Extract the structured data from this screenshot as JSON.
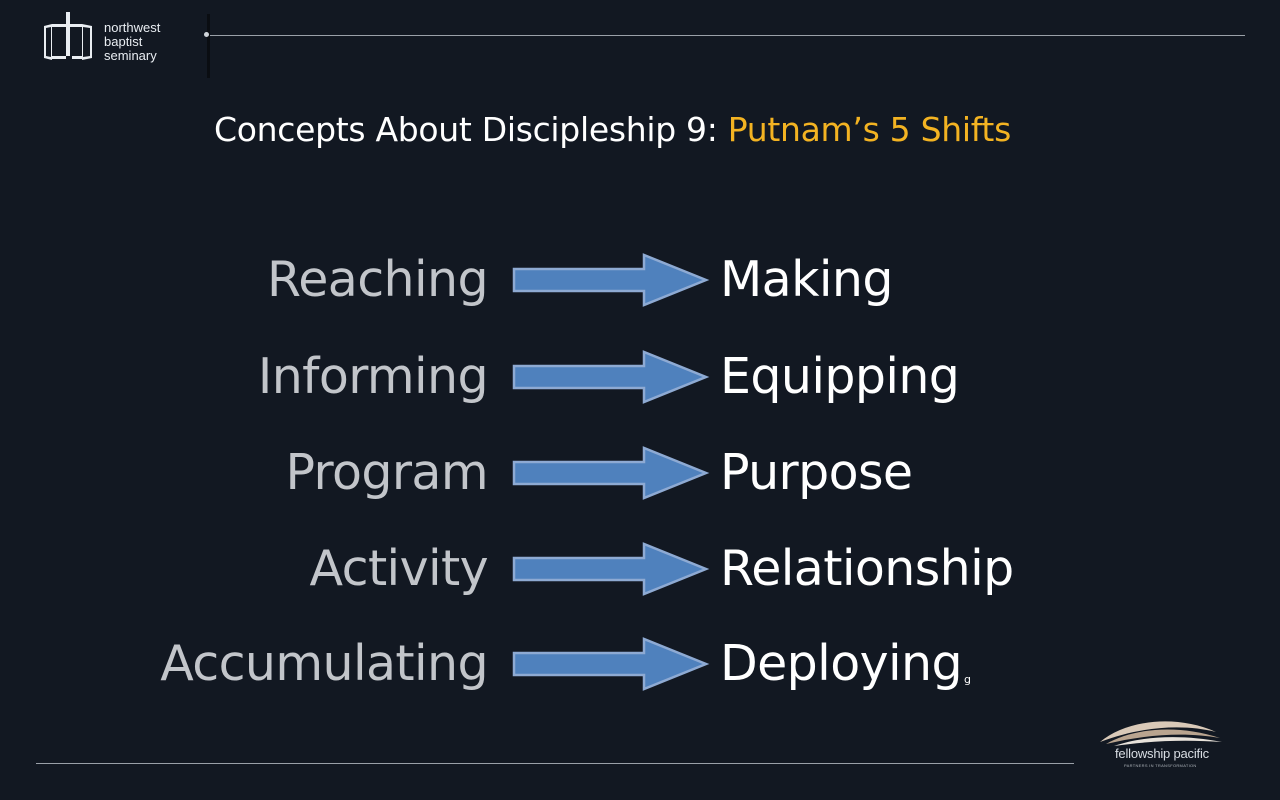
{
  "brand": {
    "seminary_logo_lines": [
      "northwest",
      "baptist",
      "seminary"
    ],
    "seminary_logo_icon": "cross-frame-icon",
    "partner_logo_name": "fellowship pacific",
    "partner_logo_tagline": "PARTNERS IN TRANSFORMATION",
    "partner_logo_icon": "wave-arc-icon"
  },
  "slide": {
    "title_prefix": "Concepts About Discipleship 9: ",
    "title_highlight": "Putnam’s 5 Shifts",
    "shifts": [
      {
        "from": "Reaching",
        "to": "Making"
      },
      {
        "from": "Informing",
        "to": "Equipping"
      },
      {
        "from": "Program",
        "to": "Purpose"
      },
      {
        "from": "Activity",
        "to": "Relationship"
      },
      {
        "from": "Accumulating",
        "to": "Deploying"
      }
    ],
    "stray_mark": "g",
    "arrow_icon": "right-arrow-icon"
  },
  "colors": {
    "background": "#121822",
    "title_accent": "#f3b322",
    "from_text": "#c2c5ca",
    "to_text": "#ffffff",
    "arrow_fill": "#4f81bd",
    "arrow_stroke": "#8eaad3",
    "rule": "#9aa0a8"
  }
}
